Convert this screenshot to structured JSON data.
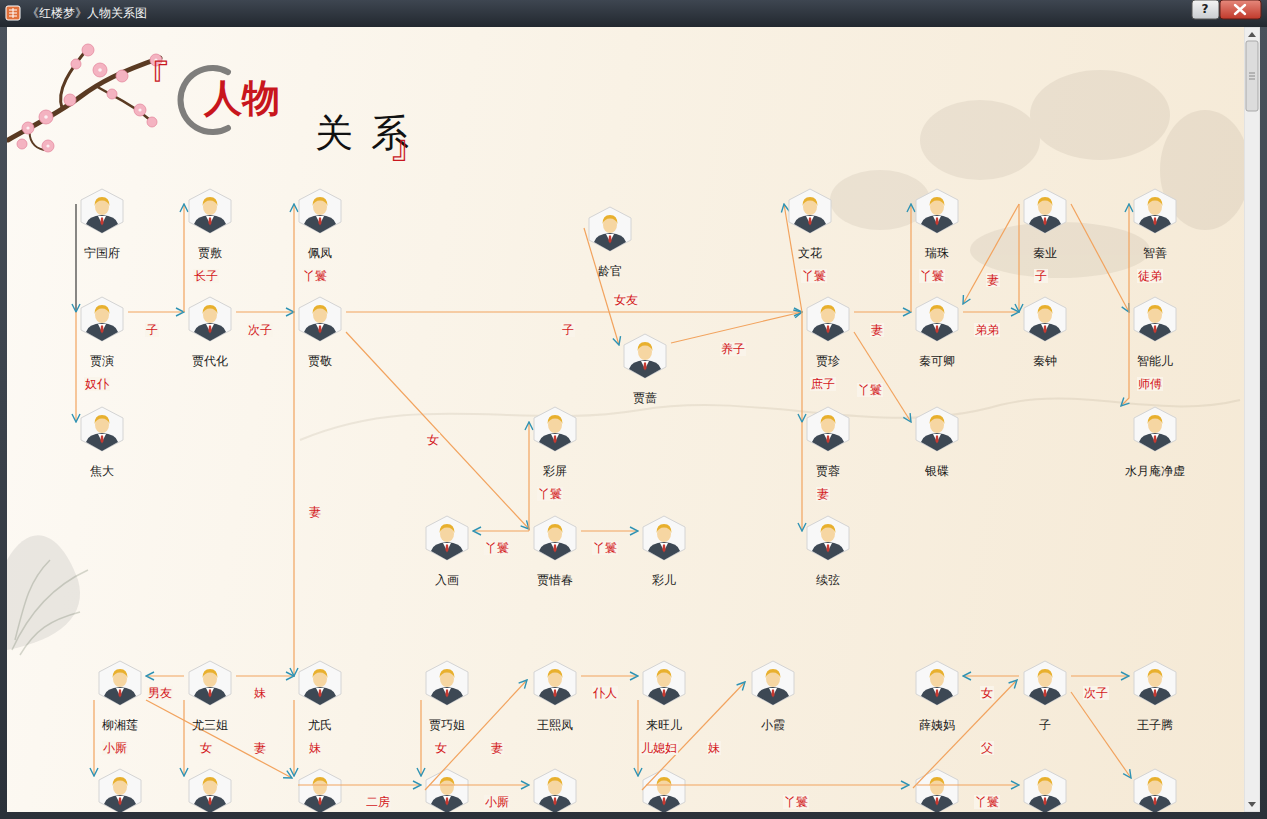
{
  "diagram": {
    "title": "《红楼梦》人物关系图",
    "nodes": [
      {
        "text": [
          "宁国府"
        ]
      },
      {
        "text": [
          "贾敷"
        ]
      },
      {
        "text": [
          "佩凤"
        ]
      },
      {
        "text": [
          "龄官"
        ]
      },
      {
        "text": [
          "文花"
        ]
      },
      {
        "text": [
          "瑞珠"
        ]
      },
      {
        "text": [
          "秦业"
        ]
      },
      {
        "text": [
          "智善"
        ]
      },
      {
        "text": [
          "贾演"
        ]
      },
      {
        "text": [
          "贾代化"
        ]
      },
      {
        "text": [
          "贾敬"
        ]
      },
      {
        "text": [
          "贾蔷"
        ]
      },
      {
        "text": [
          "贾珍"
        ]
      },
      {
        "text": [
          "秦可卿"
        ]
      },
      {
        "text": [
          "秦钟"
        ]
      },
      {
        "text": [
          "智能儿"
        ]
      },
      {
        "text": [
          "焦大"
        ]
      },
      {
        "text": [
          "彩屏"
        ]
      },
      {
        "text": [
          "贾蓉"
        ]
      },
      {
        "text": [
          "银碟"
        ]
      },
      {
        "text": [
          "水月庵净虚"
        ]
      },
      {
        "text": [
          "入画"
        ]
      },
      {
        "text": [
          "贾惜春"
        ]
      },
      {
        "text": [
          "彩儿"
        ]
      },
      {
        "text": [
          "续弦"
        ]
      },
      {
        "text": [
          "柳湘莲"
        ]
      },
      {
        "text": [
          "尤三姐"
        ]
      },
      {
        "text": [
          "尤氏"
        ]
      },
      {
        "text": [
          "贾巧姐"
        ]
      },
      {
        "text": [
          "王熙凤"
        ]
      },
      {
        "text": [
          "来旺儿"
        ]
      },
      {
        "text": [
          "小霞"
        ]
      },
      {
        "text": [
          "薛姨妈"
        ]
      },
      {
        "text": [
          "子"
        ]
      },
      {
        "text": [
          "王子腾"
        ]
      }
    ],
    "edges": [
      {
        "from": 0,
        "to": 8,
        "arrow": "to"
      },
      {
        "from": 8,
        "to": 9,
        "label": "子",
        "arrow": "to"
      },
      {
        "from": 8,
        "to": 16,
        "label": "奴仆",
        "arrow": "to"
      },
      {
        "from": 9,
        "to": 1,
        "label": "长子",
        "arrow": "to"
      },
      {
        "from": 9,
        "to": 10,
        "label": "次子",
        "arrow": "to"
      },
      {
        "from": 10,
        "to": 2,
        "label": "丫鬟",
        "arrow": "to"
      },
      {
        "from": 10,
        "to": 12,
        "label": "子",
        "arrow": "to"
      },
      {
        "from": 10,
        "to": 22,
        "label": "女",
        "arrow": "to"
      },
      {
        "from": 10,
        "to": 27,
        "label": "妻",
        "arrow": "to"
      },
      {
        "from": 3,
        "to": 11,
        "label": "女友",
        "arrow": "to"
      },
      {
        "from": 11,
        "to": 12,
        "label": "养子",
        "arrow": "to"
      },
      {
        "from": 12,
        "to": 4,
        "label": "丫鬟",
        "arrow": "to"
      },
      {
        "from": 12,
        "to": 13,
        "label": "妻",
        "arrow": "to"
      },
      {
        "from": 12,
        "to": 18,
        "label": "庶子",
        "arrow": "to"
      },
      {
        "from": 12,
        "to": 19,
        "label": "丫鬟",
        "arrow": "to"
      },
      {
        "from": 18,
        "to": 24,
        "label": "妻",
        "arrow": "to"
      },
      {
        "from": 13,
        "to": 5,
        "label": "丫鬟",
        "arrow": "to"
      },
      {
        "from": 6,
        "to": 13,
        "label": "妻",
        "arrow": "to"
      },
      {
        "from": 6,
        "to": 14,
        "label": "子",
        "arrow": "to"
      },
      {
        "from": 13,
        "to": 14,
        "label": "弟弟",
        "arrow": "to"
      },
      {
        "from": 6,
        "to": 15,
        "arrow": "to"
      },
      {
        "from": 15,
        "to": 7,
        "label": "徒弟",
        "arrow": "to"
      },
      {
        "from": 15,
        "to": 20,
        "label": "师傅",
        "arrow": "to"
      },
      {
        "from": 22,
        "to": 17,
        "label": "丫鬟",
        "arrow": "to"
      },
      {
        "from": 22,
        "to": 21,
        "label": "丫鬟",
        "arrow": "to"
      },
      {
        "from": 22,
        "to": 23,
        "label": "丫鬟",
        "arrow": "to"
      },
      {
        "from": 26,
        "to": 25,
        "label": "男友",
        "arrow": "to"
      },
      {
        "from": 26,
        "to": 27,
        "label": "妹",
        "arrow": "to"
      },
      {
        "from": 29,
        "to": 30,
        "label": "仆人",
        "arrow": "to"
      },
      {
        "from": 33,
        "to": 32,
        "label": "女",
        "arrow": "to"
      },
      {
        "from": 33,
        "to": 34,
        "label": "次子",
        "arrow": "to"
      }
    ],
    "labels": [
      "?",
      "『",
      "人物",
      "关系",
      "』",
      "小厮",
      "女",
      "妻",
      "妹",
      "女",
      "妻",
      "儿媳妇",
      "妹",
      "父",
      "二房",
      "小厮",
      "丫鬟",
      "丫鬟"
    ]
  }
}
